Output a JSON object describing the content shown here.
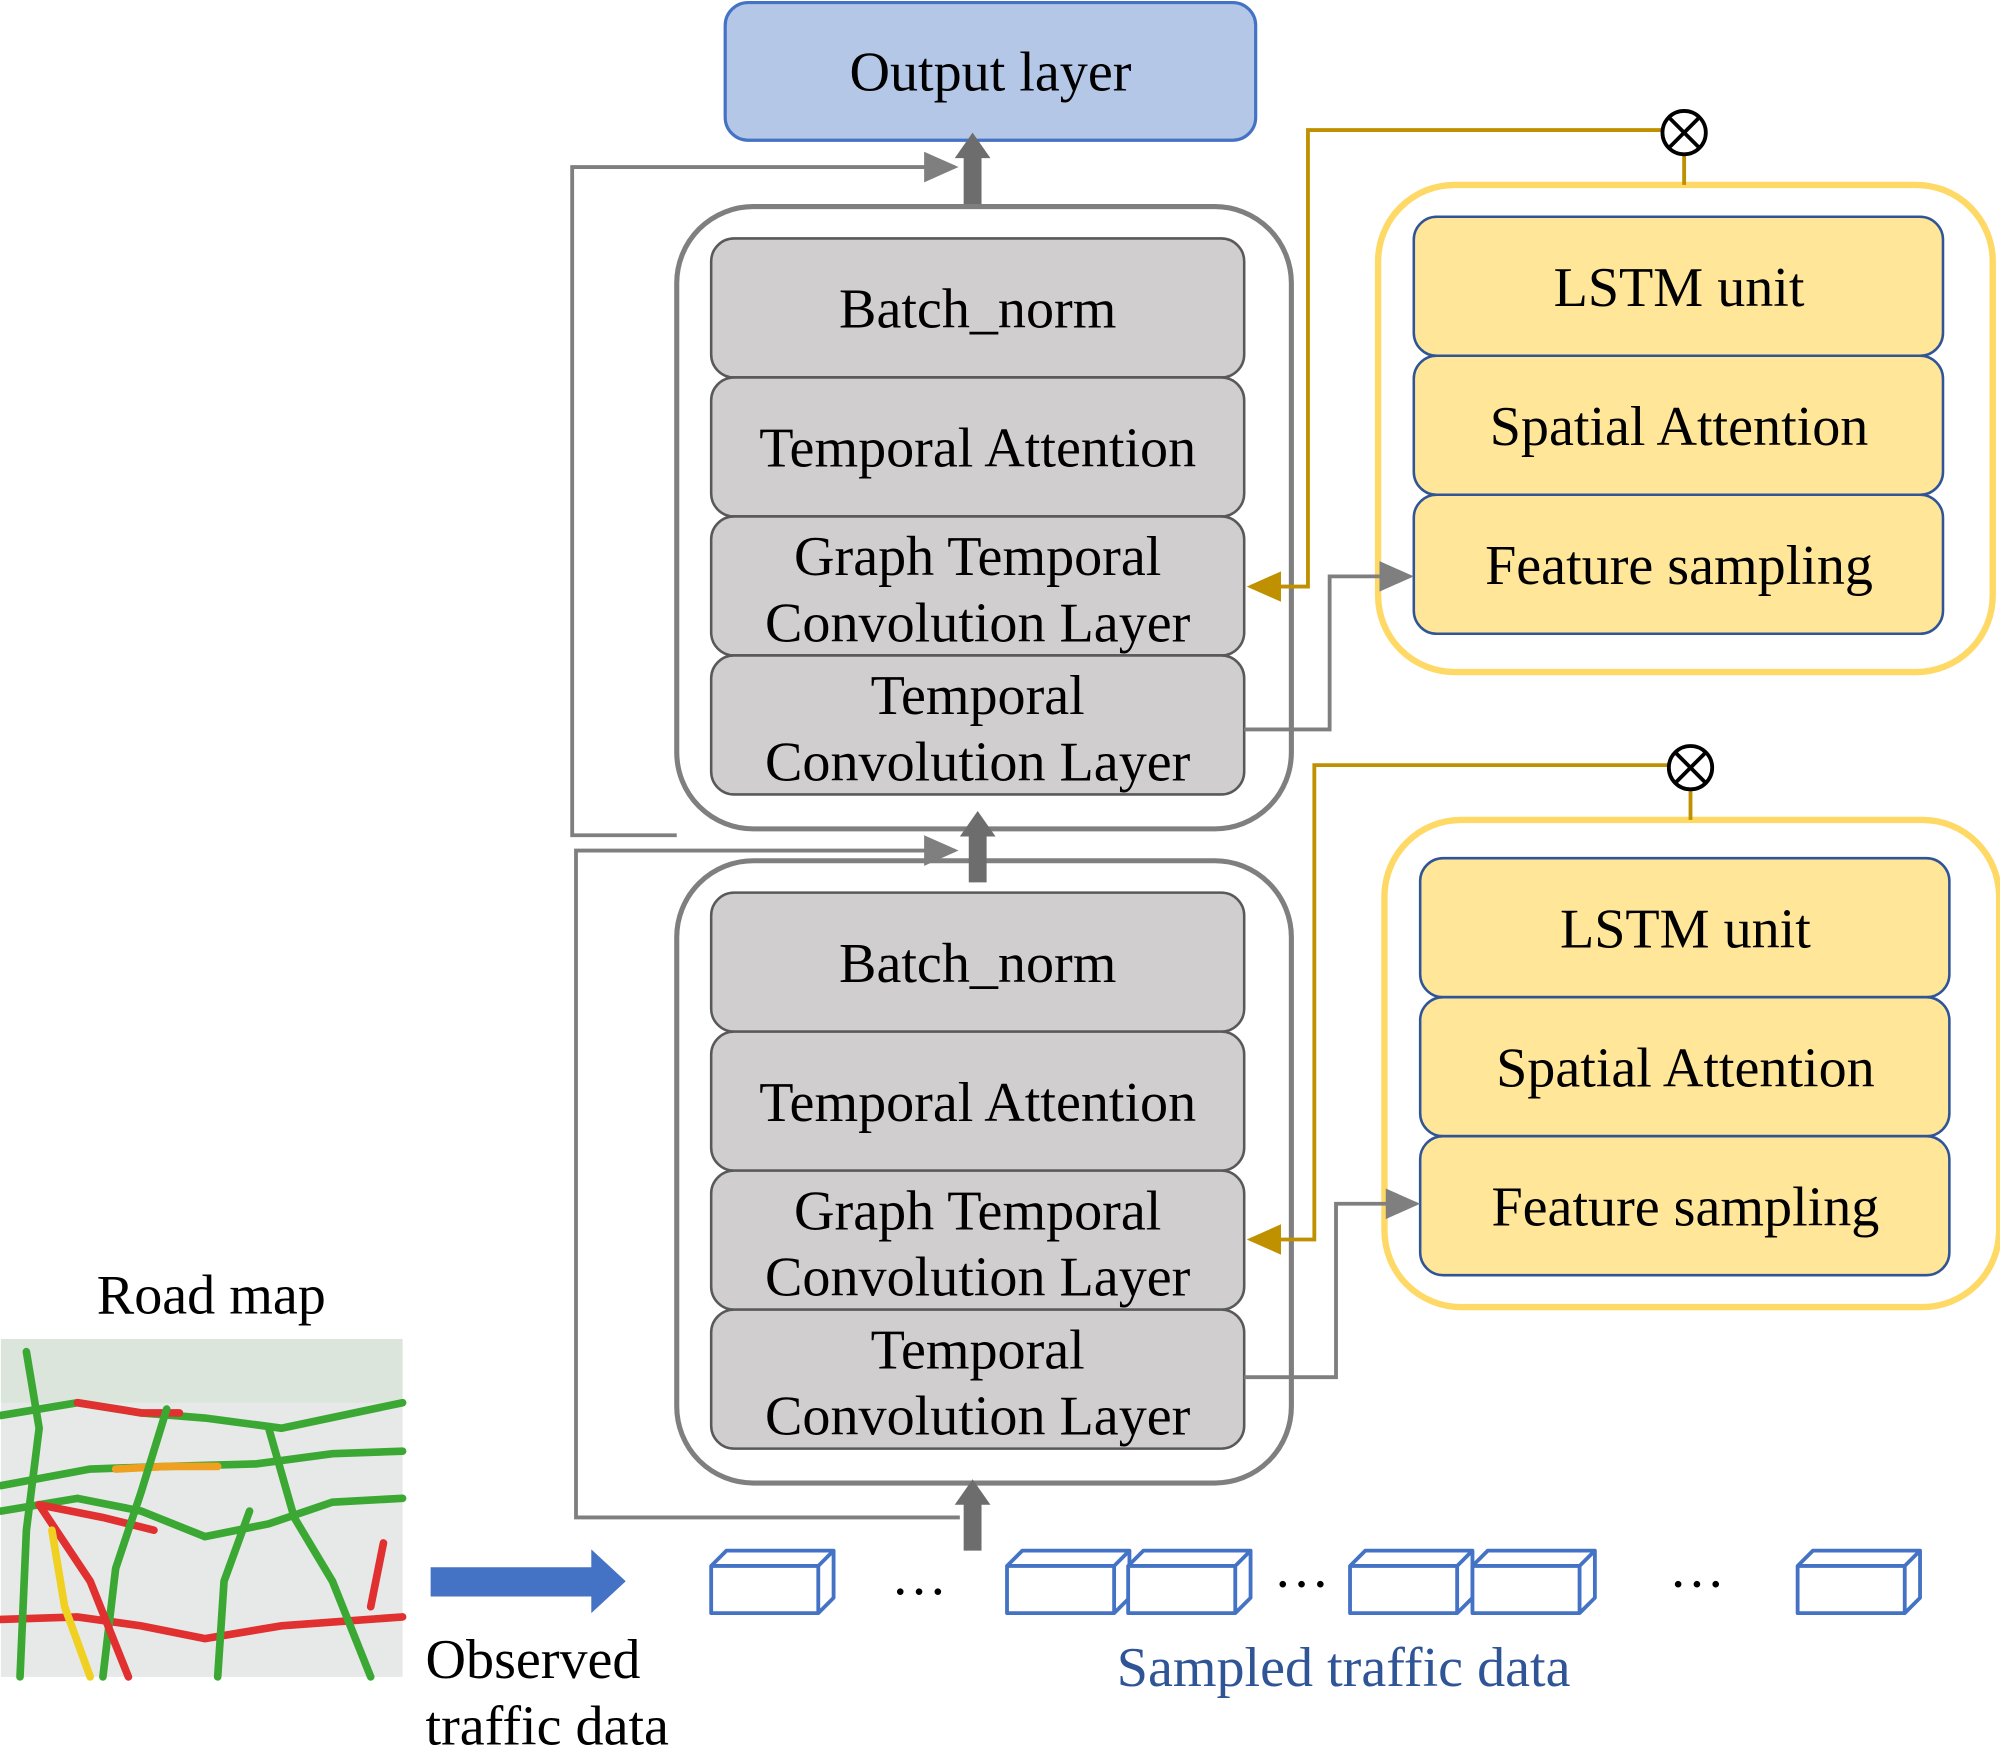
{
  "output_layer": {
    "label": "Output layer"
  },
  "blocks": [
    {
      "layers": [
        "Batch_norm",
        "Temporal Attention",
        [
          "Graph Temporal",
          "Convolution Layer"
        ],
        [
          "Temporal",
          "Convolution Layer"
        ]
      ]
    },
    {
      "layers": [
        "Batch_norm",
        "Temporal Attention",
        [
          "Graph Temporal",
          "Convolution Layer"
        ],
        [
          "Temporal",
          "Convolution Layer"
        ]
      ]
    }
  ],
  "attention_modules": [
    {
      "layers": [
        "LSTM unit",
        "Spatial Attention",
        "Feature sampling"
      ],
      "operator": "⊗"
    },
    {
      "layers": [
        "LSTM unit",
        "Spatial Attention",
        "Feature sampling"
      ],
      "operator": "⊗"
    }
  ],
  "road_map": {
    "title": "Road map"
  },
  "observed": {
    "line1": "Observed",
    "line2": "traffic data"
  },
  "sampled": {
    "label": "Sampled traffic data",
    "ellipsis": "…"
  },
  "colors": {
    "output_fill": "#b4c7e7",
    "output_stroke": "#4472c4",
    "layer_fill": "#d0cece",
    "layer_stroke": "#595959",
    "block_stroke": "#7f7f7f",
    "att_outer": "#ffd966",
    "att_fill": "#ffe699",
    "att_stroke": "#2f5597",
    "gold_line": "#bf9000",
    "blue_arrow": "#4472c4",
    "cube": "#4472c4",
    "sampled_text": "#2f5597"
  }
}
